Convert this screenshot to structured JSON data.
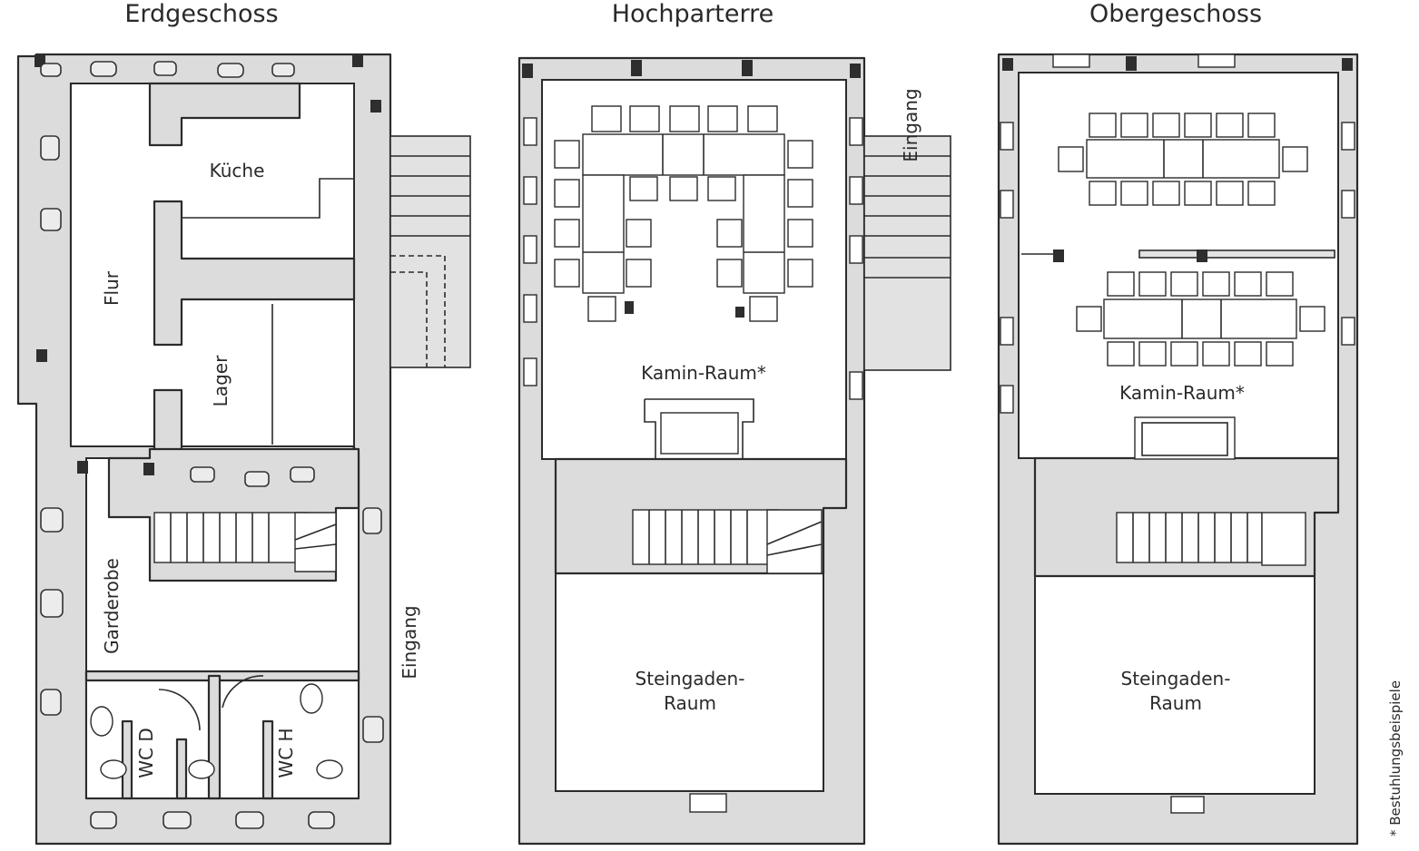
{
  "floors": [
    {
      "title": "Erdgeschoss",
      "rooms": {
        "kueche": "Küche",
        "flur": "Flur",
        "lager": "Lager",
        "garderobe": "Garderobe",
        "wc_d": "WC D",
        "wc_h": "WC H",
        "eingang": "Eingang"
      }
    },
    {
      "title": "Hochparterre",
      "rooms": {
        "eingang": "Eingang",
        "kamin_raum": "Kamin-Raum*",
        "steingaden_1": "Steingaden-",
        "steingaden_2": "Raum"
      }
    },
    {
      "title": "Obergeschoss",
      "rooms": {
        "kamin_raum": "Kamin-Raum*",
        "steingaden_1": "Steingaden-",
        "steingaden_2": "Raum"
      }
    }
  ],
  "footnote": "* Bestuhlungsbeispiele"
}
